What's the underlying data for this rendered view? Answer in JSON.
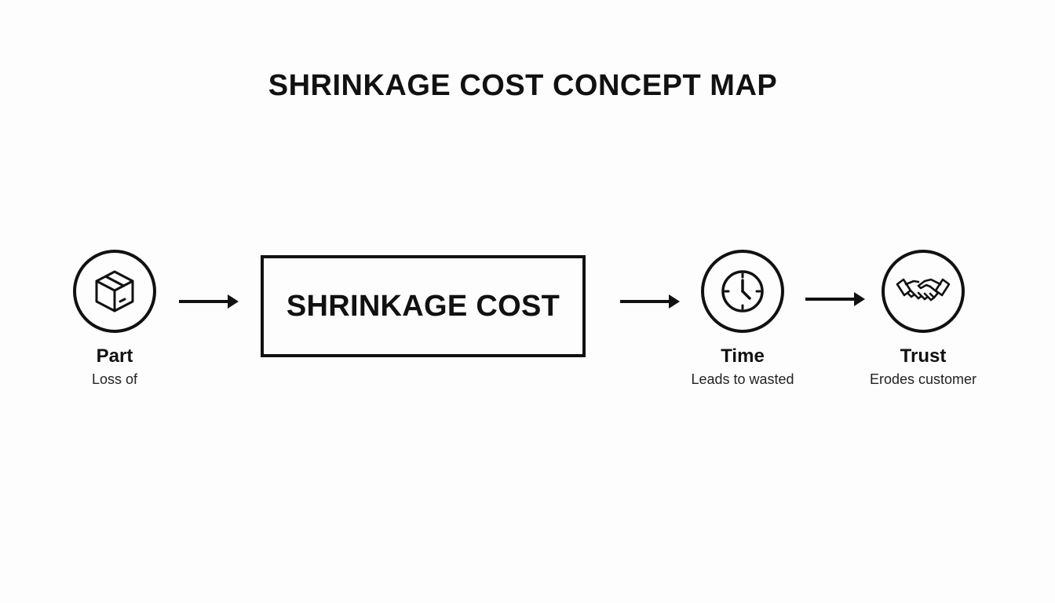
{
  "title": "SHRINKAGE COST CONCEPT MAP",
  "center": {
    "label": "SHRINKAGE COST"
  },
  "nodes": [
    {
      "label": "Part",
      "description": "Loss of",
      "icon": "box-icon"
    },
    {
      "label": "Time",
      "description": "Leads to wasted",
      "icon": "clock-icon"
    },
    {
      "label": "Trust",
      "description": "Erodes customer",
      "icon": "handshake-icon"
    }
  ],
  "colors": {
    "stroke": "#111111",
    "background": "#fdfdfd"
  }
}
